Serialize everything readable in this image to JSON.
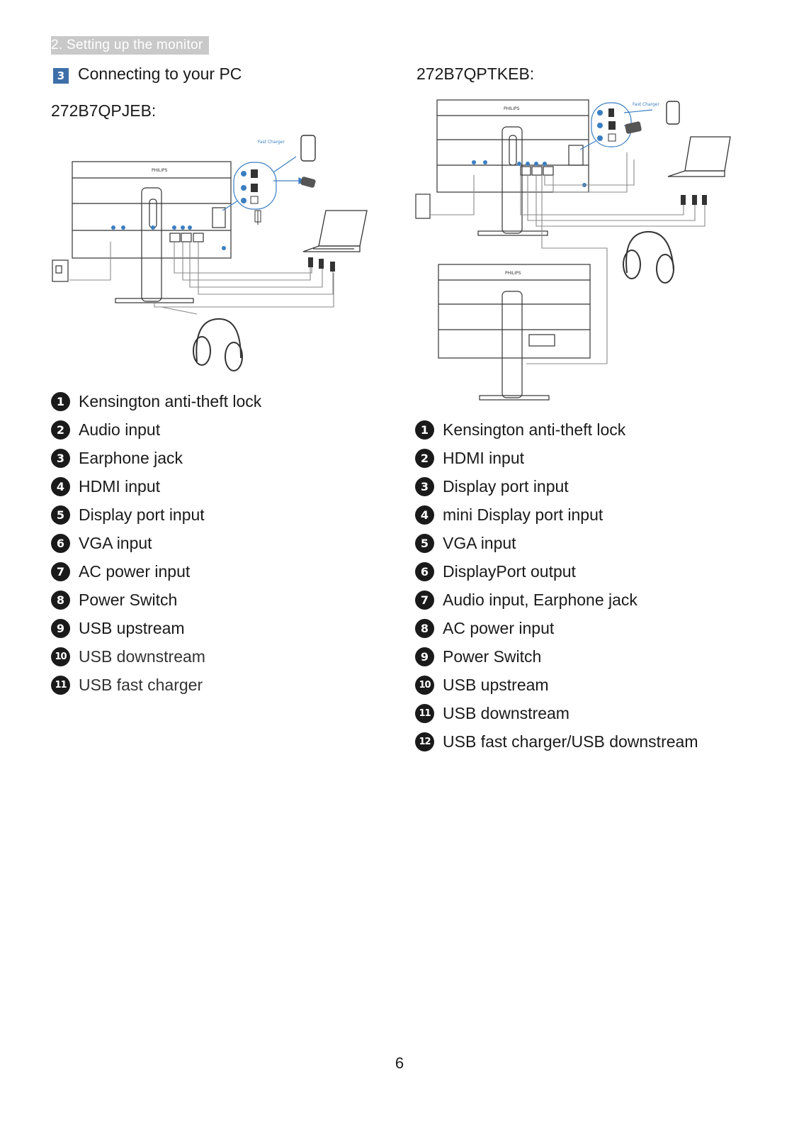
{
  "section": "2. Setting up the monitor",
  "subsection": {
    "number": "3",
    "title": "Connecting to your PC"
  },
  "left": {
    "model": "272B7QPJEB:",
    "diagram": {
      "fast_charger": "Fast Charger",
      "brand": "PHILIPS"
    },
    "items": [
      {
        "n": "1",
        "label": "Kensington anti-theft lock"
      },
      {
        "n": "2",
        "label": "Audio input"
      },
      {
        "n": "3",
        "label": "Earphone jack"
      },
      {
        "n": "4",
        "label": "HDMI input"
      },
      {
        "n": "5",
        "label": "Display port input"
      },
      {
        "n": "6",
        "label": "VGA input"
      },
      {
        "n": "7",
        "label": "AC power input"
      },
      {
        "n": "8",
        "label": "Power Switch"
      },
      {
        "n": "9",
        "label": "USB upstream"
      },
      {
        "n": "10",
        "label": "USB downstream"
      },
      {
        "n": "11",
        "label": "USB fast charger"
      }
    ]
  },
  "right": {
    "model": "272B7QPTKEB:",
    "diagram": {
      "fast_charger": "Fast Charger",
      "brand": "PHILIPS"
    },
    "items": [
      {
        "n": "1",
        "label": "Kensington anti-theft lock"
      },
      {
        "n": "2",
        "label": "HDMI input"
      },
      {
        "n": "3",
        "label": "Display port input"
      },
      {
        "n": "4",
        "label": "mini Display port input"
      },
      {
        "n": "5",
        "label": "VGA input"
      },
      {
        "n": "6",
        "label": "DisplayPort output"
      },
      {
        "n": "7",
        "label": "Audio input,  Earphone jack"
      },
      {
        "n": "8",
        "label": "AC power input"
      },
      {
        "n": "9",
        "label": "Power Switch"
      },
      {
        "n": "10",
        "label": "USB upstream"
      },
      {
        "n": "11",
        "label": "USB downstream"
      },
      {
        "n": "12",
        "label": "USB fast charger/USB downstream"
      }
    ]
  },
  "page_number": "6"
}
